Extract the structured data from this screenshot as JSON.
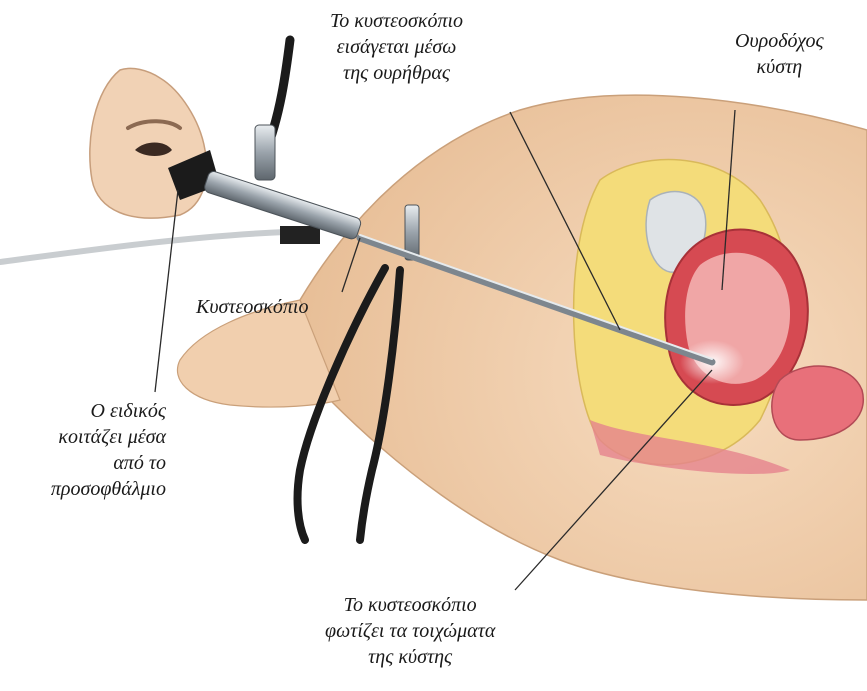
{
  "labels": {
    "insertion": [
      "Το κυστεοσκόπιο",
      "εισάγεται μέσω",
      "της ουρήθρας"
    ],
    "bladder": [
      "Ουροδόχος",
      "κύστη"
    ],
    "cystoscope": "Κυστεοσκόπιο",
    "specialist": [
      "Ο ειδικός",
      "κοιτάζει μέσα",
      "από το",
      "προσοφθάλμιο"
    ],
    "illumination": [
      "Το κυστεοσκόπιο",
      "φωτίζει τα τοιχώματα",
      "της κύστης"
    ]
  },
  "colors": {
    "skin": "#f3d3b3",
    "skin_shadow": "#e2b48f",
    "bladder_red": "#d64a52",
    "bladder_pink": "#f0a6a6",
    "fat_yellow": "#f4dc7a",
    "scope_metal": "#9aa3ab",
    "cable_black": "#1b1b1b"
  }
}
